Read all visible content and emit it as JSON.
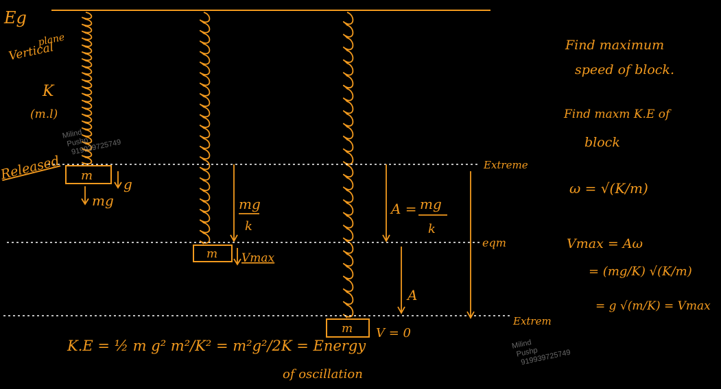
{
  "labels": {
    "eg": "Eg",
    "vertical_plane": [
      "Vertical",
      "plane"
    ],
    "spring_k": "K",
    "massless": "(m.l)",
    "released": "Released",
    "mass": "m",
    "g_arrow": "g",
    "mg_force": "mg",
    "mg_over_k_num": "mg",
    "mg_over_k_den": "k",
    "vmax_mark": "Vmax",
    "amp_eq_lhs": "A =",
    "amp_eq_num": "mg",
    "amp_eq_den": "k",
    "amp": "A",
    "v_zero": "V = 0",
    "extreme_top": "Extreme",
    "eqm": "eqm",
    "extreme_bottom": "Extrem"
  },
  "questions": {
    "q1_line1": "Find maximum",
    "q1_line2": "speed of block.",
    "q2_line1": "Find maxm K.E of",
    "q2_line2": "block"
  },
  "formulas": {
    "omega": "ω = √(K/m)",
    "vmax_1": "Vmax = Aω",
    "vmax_2": "= (mg/K) √(K/m)",
    "vmax_3": "= g √(m/K) = Vmax"
  },
  "ke_equation": {
    "line1": "K.E = ½ m g² m²/K² = m²g²/2K = Energy",
    "line2": "of oscillation"
  },
  "watermark": {
    "name1": "Milind",
    "name2": "Pushp",
    "phone": "919939725749"
  },
  "colors": {
    "background": "#000000",
    "ink": "#f39a1e",
    "dotted": "#ffffff",
    "watermark": "#8a8a8a"
  }
}
